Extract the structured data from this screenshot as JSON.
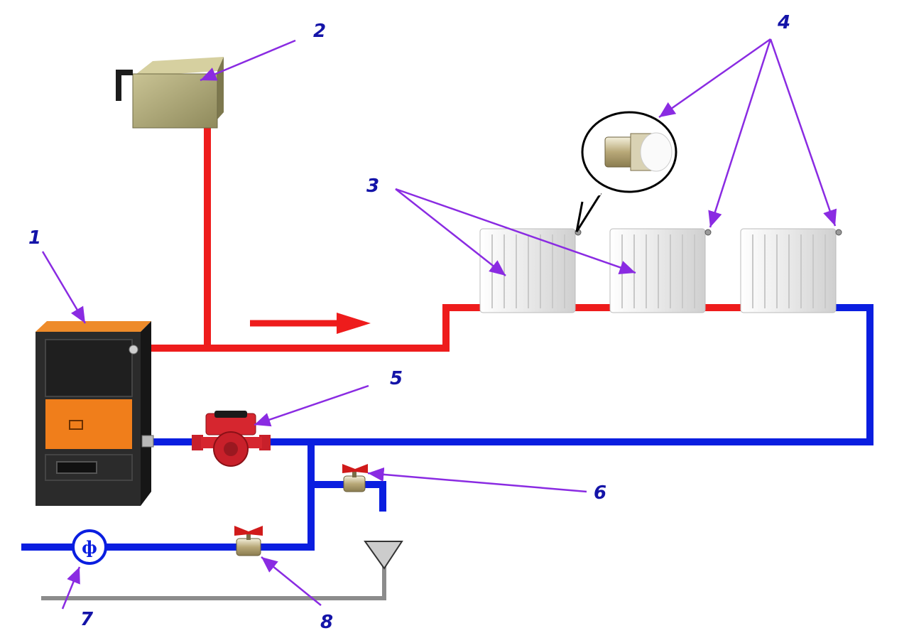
{
  "colors": {
    "supply_pipe": "#ee1c1c",
    "return_pipe": "#0a1ee0",
    "drain_pipe": "#8c8c8c",
    "pointer": "#8a2be2",
    "label": "#1414a8",
    "boiler_body": "#2b2b2b",
    "boiler_accent": "#f07e1b",
    "tank": "#b5ad7a",
    "radiator": "#f2f2f2",
    "pump": "#c8202a"
  },
  "labels": {
    "boiler": "1",
    "expansion_tank": "2",
    "radiators": "3",
    "air_vents": "4",
    "pump": "5",
    "drain_valve": "6",
    "filter": "7",
    "inlet_valve": "8"
  },
  "filter_symbol": "ф",
  "icons": {
    "flow_arrow": "arrow-right-icon",
    "valve": "ball-valve-icon",
    "air_vent": "air-vent-icon",
    "funnel": "drain-funnel-icon"
  }
}
